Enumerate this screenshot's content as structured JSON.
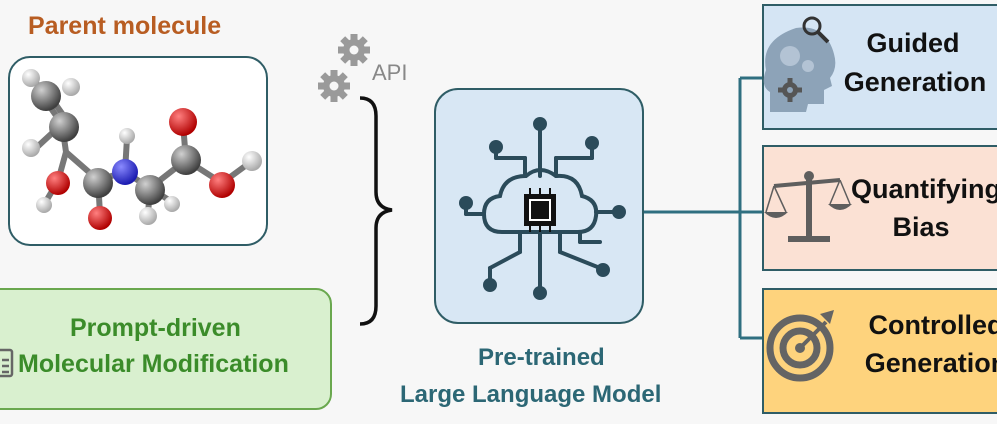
{
  "parent_title": "Parent molecule",
  "prompt": {
    "line1": "Prompt-driven",
    "line2": "Molecular Modification"
  },
  "api_label": "API",
  "llm": {
    "line1": "Pre-trained",
    "line2": "Large Language Model"
  },
  "outputs": [
    {
      "line1": "Guided",
      "line2": "Generation",
      "icon": "head-gears-icon"
    },
    {
      "line1": "Quantifying",
      "line2": "Bias",
      "icon": "scale-icon"
    },
    {
      "line1": "Controlled",
      "line2": "Generation",
      "icon": "target-icon"
    }
  ],
  "colors": {
    "parent_title": "#b85d22",
    "prompt_text": "#3b8c2a",
    "llm_text": "#2c6775",
    "connector": "#2f5d66",
    "guided_bg": "#d5e5f4",
    "bias_bg": "#fbe1d4",
    "controlled_bg": "#fed37d"
  }
}
